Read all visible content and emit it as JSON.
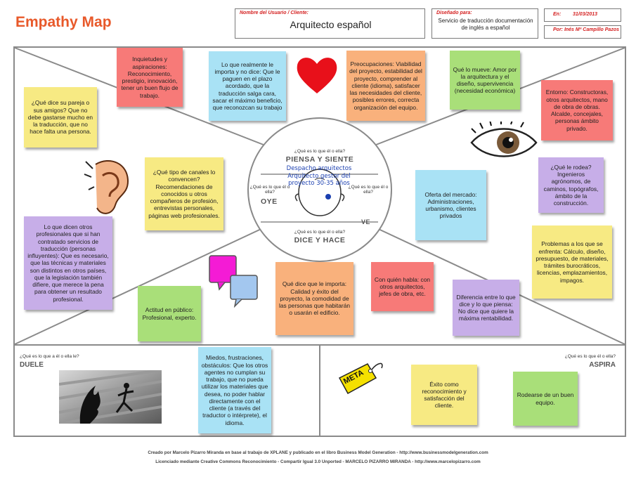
{
  "header": {
    "title": "Empathy Map",
    "user_label": "Nombre del Usuario / Cliente:",
    "user_value": "Arquitecto español",
    "designed_for_label": "Diseñado para:",
    "designed_for_value": "Servicio de traducción documentación de inglés a español",
    "date_label": "En:",
    "date_value": "31/03/2013",
    "designed_by": "Por: Inés Mª Campillo Pazos"
  },
  "center": {
    "think_q": "¿Qué es lo que él o ella?",
    "think_label": "PIENSA Y SIENTE",
    "hear_q": "¿Qué es lo que él o ella?",
    "hear_label": "OYE",
    "see_q": "¿Qué es lo que él o ella?",
    "see_label": "VE",
    "say_q": "¿Qué es lo que él o ella?",
    "say_label": "DICE Y HACE",
    "persona": "Despacho arquitectos Arquitecto gestor del proyecto 30-35 años"
  },
  "bottom": {
    "pain_q": "¿Qué es lo que a él o ella le?",
    "pain_label": "DUELE",
    "gain_q": "¿Qué es lo que él o ella?",
    "gain_label": "ASPIRA",
    "meta_tag": "META"
  },
  "notes": {
    "inquietudes": "Inquietudes y aspiraciones: Reconocimiento, prestigio, innovación, tener un buen flujo de trabajo.",
    "importa": "Lo que realmente le importa y no dice: Que le paguen en el plazo acordado, que la traducción salga cara, sacar el máximo beneficio, que reconozcan su trabajo",
    "preocupaciones": "Preocupaciones: Viabilidad del proyecto, estabilidad del proyecto, comprender al cliente (idioma), satisfacer las necesidades del cliente, posibles errores, correcta organización del equipo.",
    "mueve": "Qué lo mueve: Amor por la arquitectura y el diseño, supervivencia (necesidad económica)",
    "pareja": "¿Qué dice su pareja o sus amigos? Que no debe gastarse mucho en la traducción, que no hace falta una persona.",
    "entorno": "Entorno: Constructoras, otros arquitectos, mano de obra de obras. Alcalde, concejales, personas ámbito privado.",
    "canales": "¿Qué tipo de canales lo convencen? Recomendaciones de conocidos u otros compañeros de profesión, entrevistas personales, páginas web profesionales.",
    "oferta": "Oferta del mercado: Administraciones, urbanismo, clientes privados",
    "rodea": "¿Qué le rodea? Ingenieros agrónomos, de caminos, topógrafos, ámbito de la construcción.",
    "otros": "Lo que dicen otros profesionales que si han contratado servicios de traducción (personas influyentes): Que es necesario, que las técnicas y materiales son distintos en otros países, que la legislación también difiere, que merece la pena para obtener un resultado profesional.",
    "problemas": "Problemas a los que se enfrenta: Cálculo, diseño, presupuesto, de materiales, trámites burocráticos, licencias, emplazamientos, impagos.",
    "actitud": "Actitud en público: Profesional, experto.",
    "dice": "Qué dice que le importa: Calidad y éxito del proyecto, la comodidad de las personas que habitarán o usarán el edificio.",
    "habla": "Con quién habla: con otros arquitectos, jefes de obra, etc.",
    "diferencia": "Diferencia entre lo que dice y lo que piensa: No dice que quiere la máxima rentabilidad.",
    "miedos": "Miedos, frustraciones, obstáculos: Que los otros agentes no cumplan su trabajo, que no pueda utilizar los materiales que desea, no poder hablar directamente con el cliente (a través del traductor o intérprete), el idioma.",
    "exito": "Éxito como reconocimiento y satisfacción del cliente.",
    "rodearse": "Rodearse de un buen equipo."
  },
  "footer": {
    "line1": "Creado por Marcelo Pizarro Miranda en base al trabajo de XPLANE y publicado en el libro Business Model Generation - http://www.businessmodelgeneration.com",
    "line2": "Licenciado mediante Creative Commons Reconocimiento - Compartir Igual 3.0 Unported - MARCELO PIZARRO MIRANDA - http://www.marcelopizarro.com"
  },
  "colors": {
    "title": "#e8592a",
    "red_note": "#f77a78",
    "blue_note": "#a9e2f5",
    "orange_note": "#f9b17c",
    "green_note": "#a9df79",
    "yellow_note": "#f7ea83",
    "purple_note": "#c7aee8"
  }
}
